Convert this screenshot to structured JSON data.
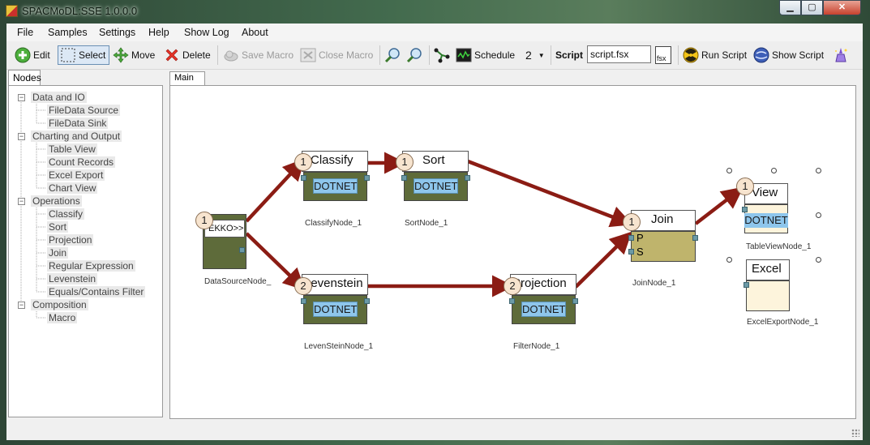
{
  "window": {
    "title": "SPACMoDL:SSE 1.0.0.0"
  },
  "menu": [
    "File",
    "Samples",
    "Settings",
    "Help",
    "Show Log",
    "About"
  ],
  "toolbar": {
    "edit": "Edit",
    "select": "Select",
    "move": "Move",
    "delete": "Delete",
    "save_macro": "Save Macro",
    "close_macro": "Close Macro",
    "schedule": "Schedule",
    "schedule_value": "2",
    "script_label": "Script",
    "script_value": "script.fsx",
    "fsx_badge": "fsx",
    "run_script": "Run Script",
    "show_script": "Show Script"
  },
  "nodes_tab": "Nodes",
  "tree": {
    "data_io": {
      "label": "Data and IO",
      "items": [
        "FileData Source",
        "FileData Sink"
      ]
    },
    "charting": {
      "label": "Charting and Output",
      "items": [
        "Table View",
        "Count Records",
        "Excel Export",
        "Chart View"
      ]
    },
    "operations": {
      "label": "Operations",
      "items": [
        "Classify",
        "Sort",
        "Projection",
        "Join",
        "Regular Expression",
        "Levenstein",
        "Equals/Contains Filter"
      ]
    },
    "composition": {
      "label": "Composition",
      "items": [
        "Macro"
      ]
    }
  },
  "main_tab": "Main",
  "nodes": {
    "datasource": {
      "title": "EKKO>>",
      "badge": "1",
      "label": "DataSourceNode_"
    },
    "classify": {
      "title": "Classify",
      "badge": "1",
      "body": "DOTNET",
      "label": "ClassifyNode_1"
    },
    "sort": {
      "title": "Sort",
      "badge": "1",
      "body": "DOTNET",
      "label": "SortNode_1"
    },
    "levenstein": {
      "title": "Levenstein",
      "badge": "2",
      "body": "DOTNET",
      "label": "LevenSteinNode_1"
    },
    "projection": {
      "title": "Projection",
      "badge": "2",
      "body": "DOTNET",
      "label": "FilterNode_1"
    },
    "join": {
      "title": "Join",
      "badge": "1",
      "port_p": "P",
      "port_s": "S",
      "label": "JoinNode_1"
    },
    "view": {
      "title": "View",
      "badge": "1",
      "body": "DOTNET",
      "label": "TableViewNode_1"
    },
    "excel": {
      "title": "Excel",
      "label": "ExcelExportNode_1"
    }
  },
  "colors": {
    "node_body": "#5e6b3a",
    "join_body": "#bfb46c",
    "excel_body": "#fdf4dc",
    "edge": "#8b1c14",
    "dotnet": "#8ec6ec"
  }
}
